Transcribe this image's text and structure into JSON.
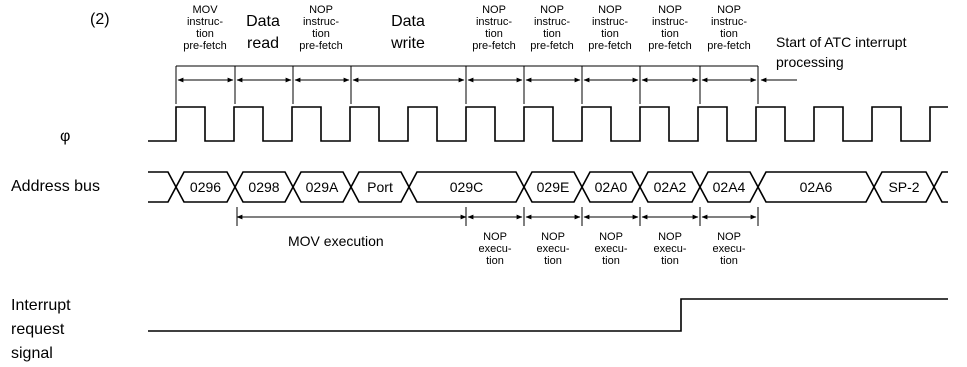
{
  "figure_label": "(2)",
  "phase_labels": [
    {
      "lines": [
        "MOV",
        "instruc-",
        "tion",
        "pre-fetch"
      ]
    },
    {
      "lines": [
        "Data",
        "read"
      ]
    },
    {
      "lines": [
        "NOP",
        "instruc-",
        "tion",
        "pre-fetch"
      ]
    },
    {
      "lines": [
        "Data",
        "write"
      ]
    },
    {
      "lines": [
        "NOP",
        "instruc-",
        "tion",
        "pre-fetch"
      ]
    },
    {
      "lines": [
        "NOP",
        "instruc-",
        "tion",
        "pre-fetch"
      ]
    },
    {
      "lines": [
        "NOP",
        "instruc-",
        "tion",
        "pre-fetch"
      ]
    },
    {
      "lines": [
        "NOP",
        "instruc-",
        "tion",
        "pre-fetch"
      ]
    },
    {
      "lines": [
        "NOP",
        "instruc-",
        "tion",
        "pre-fetch"
      ]
    }
  ],
  "atc_label": [
    "Start of ATC interrupt",
    "processing"
  ],
  "phi_label": "φ",
  "address_bus_label": "Address bus",
  "address_values": [
    "0296",
    "0298",
    "029A",
    "Port",
    "029C",
    "029E",
    "02A0",
    "02A2",
    "02A4",
    "02A6",
    "SP-2"
  ],
  "mov_execution_label": "MOV execution",
  "nop_execution_labels": [
    [
      "NOP",
      "execu-",
      "tion"
    ],
    [
      "NOP",
      "execu-",
      "tion"
    ],
    [
      "NOP",
      "execu-",
      "tion"
    ],
    [
      "NOP",
      "execu-",
      "tion"
    ],
    [
      "NOP",
      "execu-",
      "tion"
    ]
  ],
  "interrupt_label": [
    "Interrupt",
    "request",
    "signal"
  ]
}
